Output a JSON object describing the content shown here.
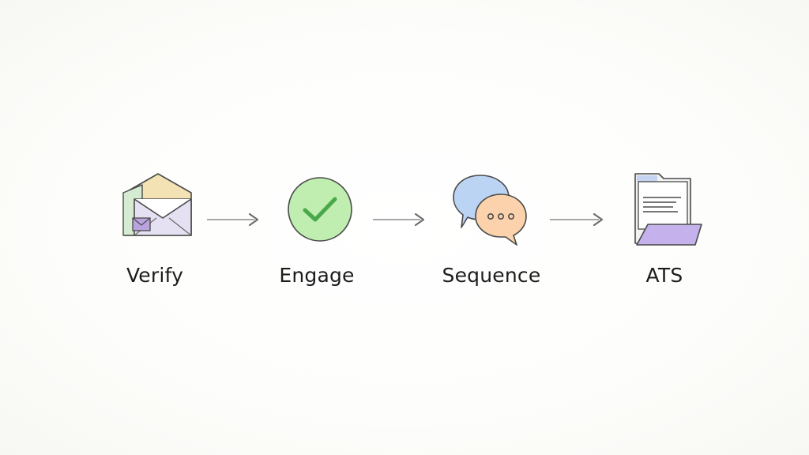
{
  "steps": [
    {
      "label": "Verify",
      "icon": "envelope-icon"
    },
    {
      "label": "Engage",
      "icon": "checkmark-circle-icon"
    },
    {
      "label": "Sequence",
      "icon": "chat-bubbles-icon"
    },
    {
      "label": "ATS",
      "icon": "folder-document-icon"
    }
  ],
  "colors": {
    "envelope_back": "#f3e3b4",
    "envelope_front": "#e4def2",
    "envelope_stamp": "#b9a4e0",
    "check_fill": "#bfeeb0",
    "check_stroke": "#49a84a",
    "bubble_blue": "#bcd4f4",
    "bubble_orange": "#fbd2ab",
    "folder_tab": "#c7d4f1",
    "folder_front": "#c5b2ec",
    "arrow": "#8c8c8c",
    "outline": "#4a4a4a"
  }
}
